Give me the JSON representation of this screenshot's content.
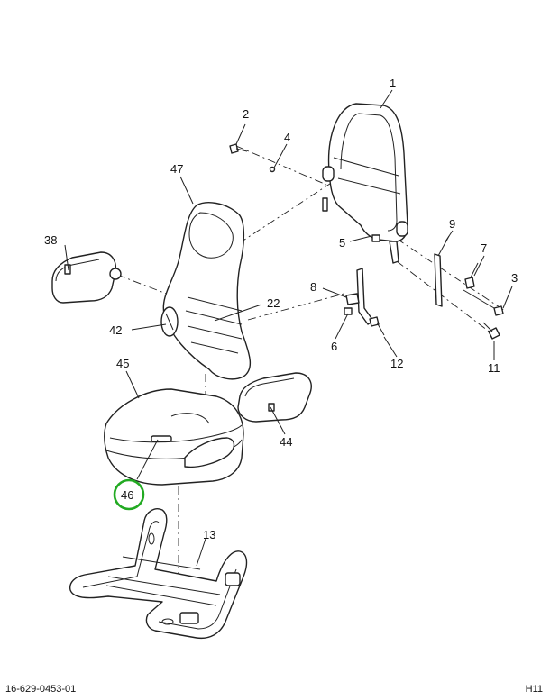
{
  "highlight_color": "#22aa22",
  "footer": {
    "doc_number": "16-629-0453-01",
    "sheet_id": "H11"
  },
  "callouts": {
    "c1": "1",
    "c2": "2",
    "c3": "3",
    "c4": "4",
    "c5": "5",
    "c6": "6",
    "c7": "7",
    "c8": "8",
    "c9": "9",
    "c11": "11",
    "c12": "12",
    "c13": "13",
    "c22": "22",
    "c38": "38",
    "c42": "42",
    "c44": "44",
    "c45": "45",
    "c46": "46",
    "c47": "47"
  }
}
